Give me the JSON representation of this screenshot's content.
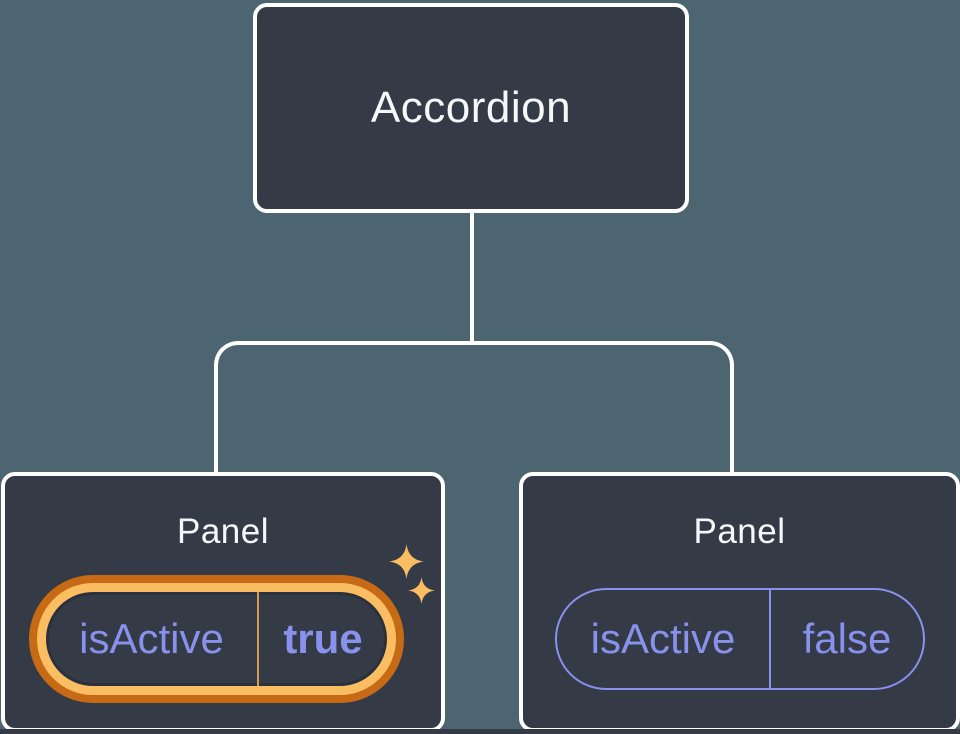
{
  "colors": {
    "background": "#4C6571",
    "node-fill": "#343A46",
    "node-border": "#FFFFFF",
    "node-text": "#F6F7F9",
    "prop-purple": "#8891EC",
    "highlight-outer": "#C76A15",
    "highlight-inner": "#FABD62",
    "highlight-divider": "#DA9A4E",
    "sparkle": "#FABD62",
    "bottom-strip": "#343A46"
  },
  "diagram": {
    "root": {
      "label": "Accordion"
    },
    "panels": [
      {
        "title": "Panel",
        "prop": {
          "name": "isActive",
          "value": "true"
        },
        "highlighted": true
      },
      {
        "title": "Panel",
        "prop": {
          "name": "isActive",
          "value": "false"
        },
        "highlighted": false
      }
    ]
  }
}
